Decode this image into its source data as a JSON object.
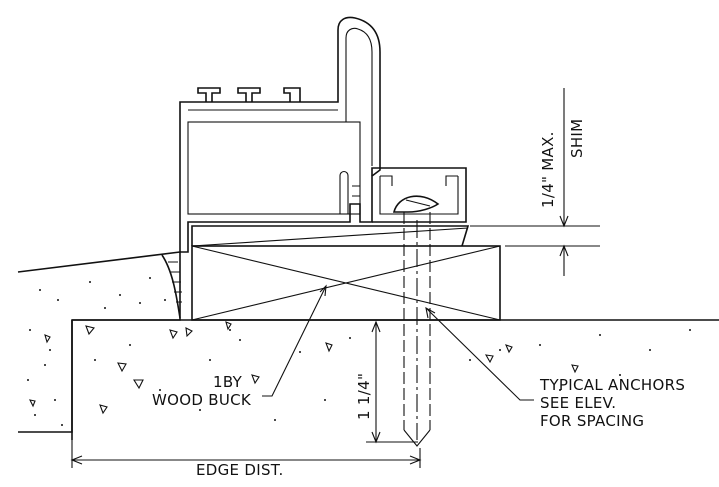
{
  "labels": {
    "shim_max": "1/4\" MAX.",
    "shim": "SHIM",
    "buck_1": "1BY",
    "buck_2": "WOOD BUCK",
    "embed": "1 1/4\"",
    "anchors_1": "TYPICAL ANCHORS",
    "anchors_2": "SEE ELEV.",
    "anchors_3": "FOR SPACING",
    "edge_dist": "EDGE DIST."
  },
  "colors": {
    "line": "#111111",
    "background": "#ffffff"
  }
}
